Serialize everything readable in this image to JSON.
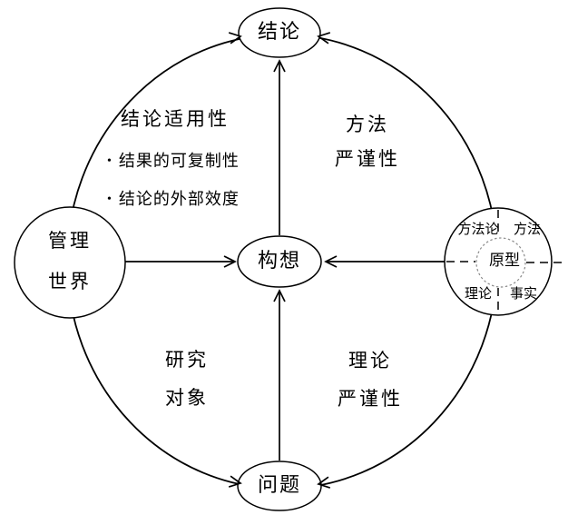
{
  "figure": {
    "background": "#ffffff",
    "line_color": "#000000",
    "inner_circle_color": "#8a8a8a",
    "bullet_glyph": "•",
    "nodes": {
      "conclusion": "结论",
      "conception": "构想",
      "problem": "问题",
      "management_world": {
        "line1": "管理",
        "line2": "世界"
      }
    },
    "quadrant_labels": {
      "top_left": {
        "title": "结论适用性",
        "bullets": [
          "结果的可复制性",
          "结论的外部效度"
        ]
      },
      "top_right": {
        "line1": "方法",
        "line2": "严谨性"
      },
      "bottom_left": {
        "line1": "研究",
        "line2": "对象"
      },
      "bottom_right": {
        "line1": "理论",
        "line2": "严谨性"
      }
    },
    "knowledge_circle": {
      "top_left": "方法论",
      "top_right": "方法",
      "center": "原型",
      "bottom_left": "理论",
      "bottom_right": "事实"
    }
  }
}
